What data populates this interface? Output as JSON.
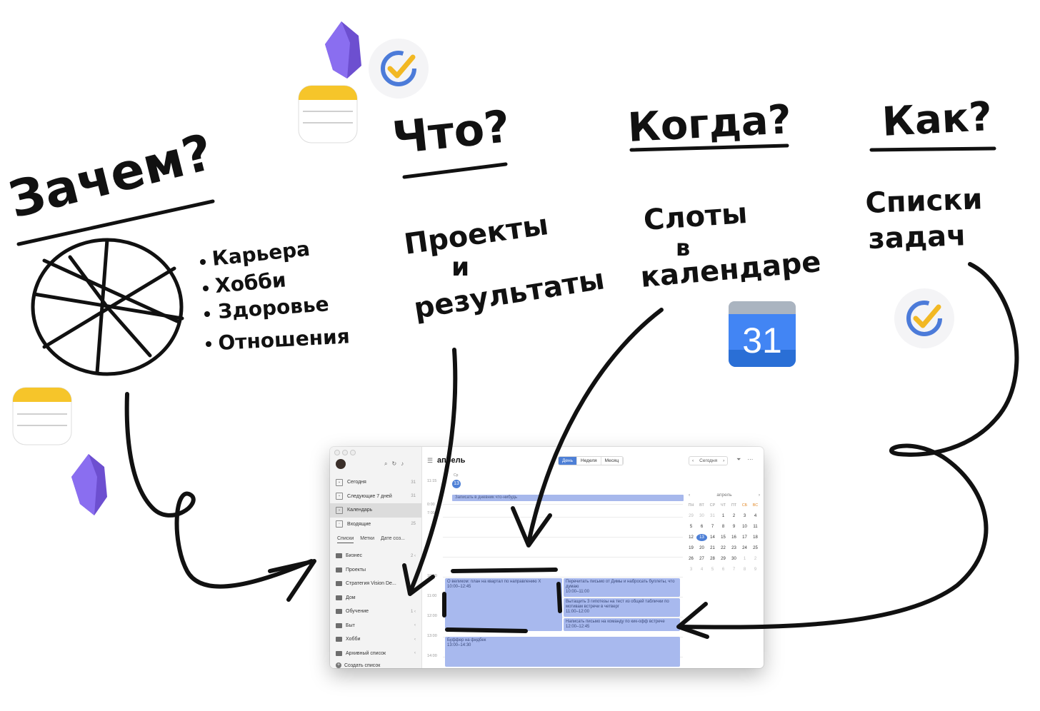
{
  "sketch": {
    "headings": {
      "why": "Зачем?",
      "what": "Что?",
      "when": "Когда?",
      "how": "Как?"
    },
    "why_bullets": [
      "Карьера",
      "Хобби",
      "Здоровье",
      "Отношения"
    ],
    "what_text": [
      "Проекты",
      "и",
      "результаты"
    ],
    "when_text": [
      "Слоты",
      "в",
      "календаре"
    ],
    "how_text": [
      "Списки",
      "задач"
    ],
    "calendar_icon_number": "31"
  },
  "app": {
    "sidebar": {
      "nav": [
        {
          "label": "Сегодня",
          "count": "31"
        },
        {
          "label": "Следующие 7 дней",
          "count": "31"
        },
        {
          "label": "Календарь",
          "count": ""
        },
        {
          "label": "Входящие",
          "count": "25"
        }
      ],
      "tabs": [
        "Списки",
        "Метки",
        "Дате соз..."
      ],
      "lists": [
        {
          "label": "Бизнес",
          "meta": "2  ‹"
        },
        {
          "label": "Проекты",
          "meta": ""
        },
        {
          "label": "Стратегия Vision De...",
          "meta": ""
        },
        {
          "label": "Дом",
          "meta": ""
        },
        {
          "label": "Обучение",
          "meta": "1  ‹"
        },
        {
          "label": "Быт",
          "meta": "‹"
        },
        {
          "label": "Хобби",
          "meta": "‹"
        },
        {
          "label": "Архивный список",
          "meta": "‹"
        }
      ],
      "create_list": "Создать список"
    },
    "header": {
      "title": "апрель",
      "views": [
        "День",
        "Неделя",
        "Месяц"
      ],
      "today": "Сегодня",
      "prev": "‹",
      "next": "›"
    },
    "day": {
      "weekday_letter": "Ср",
      "number": "13",
      "allday_time": "11:15",
      "allday_event": "Записать в дневник что-нибудь"
    },
    "time_labels": [
      "0:00",
      "7:00",
      "10:00",
      "11:00",
      "12:00",
      "13:00",
      "14:00"
    ],
    "events": [
      {
        "title": "О великом: план на квартал по направлению X",
        "time": "10:00–12:45"
      },
      {
        "title": "Перечитать письмо от Димы и набросать буллеты, что думаю",
        "time": "10:00–11:00"
      },
      {
        "title": "Вытащить 3 гипотезы на тест из общей таблички по мотивам встречи в четверг",
        "time": "11:00–12:00"
      },
      {
        "title": "Написать письмо на команду по кик-офф встрече",
        "time": "12:00–12:45"
      },
      {
        "title": "Буффер на фидбек",
        "time": "13:00–14:30"
      }
    ],
    "mini_calendar": {
      "month": "апрель",
      "weekdays": [
        "ПН",
        "ВТ",
        "СР",
        "ЧТ",
        "ПТ",
        "СБ",
        "ВС"
      ],
      "weeks": [
        [
          "29",
          "30",
          "31",
          "1",
          "2",
          "3",
          "4"
        ],
        [
          "5",
          "6",
          "7",
          "8",
          "9",
          "10",
          "11"
        ],
        [
          "12",
          "13",
          "14",
          "15",
          "16",
          "17",
          "18"
        ],
        [
          "19",
          "20",
          "21",
          "22",
          "23",
          "24",
          "25"
        ],
        [
          "26",
          "27",
          "28",
          "29",
          "30",
          "1",
          "2"
        ],
        [
          "3",
          "4",
          "5",
          "6",
          "7",
          "8",
          "9"
        ]
      ],
      "selected": "13"
    }
  }
}
